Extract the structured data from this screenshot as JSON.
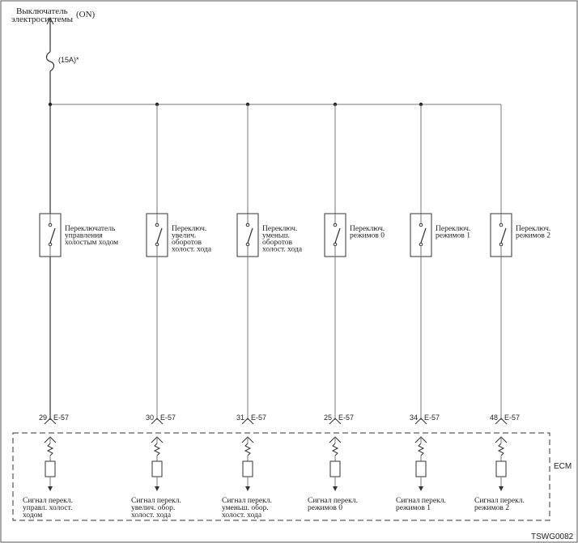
{
  "header": {
    "ignition_label_1": "Выключатель",
    "ignition_label_2": "электросистемы",
    "ignition_state": "(ON)",
    "fuse_label": "(15A)*"
  },
  "switches": [
    {
      "label": [
        "Переключатель",
        "управления",
        "холостым ходом"
      ],
      "pin": "29",
      "connector": "E-57",
      "signal": [
        "Сигнал перекл.",
        "управл. холост.",
        "ходом"
      ]
    },
    {
      "label": [
        "Переключ.",
        "увелич.",
        "оборотов",
        "холост. хода"
      ],
      "pin": "30",
      "connector": "E-57",
      "signal": [
        "Сигнал перекл.",
        "увелич. обор.",
        "холост. хода"
      ]
    },
    {
      "label": [
        "Переключ.",
        "уменьш.",
        "оборотов",
        "холост. хода"
      ],
      "pin": "31",
      "connector": "E-57",
      "signal": [
        "Сигнал перекл.",
        "уменьш. обор.",
        "холост. хода"
      ]
    },
    {
      "label": [
        "Переключ.",
        "режимов 0"
      ],
      "pin": "25",
      "connector": "E-57",
      "signal": [
        "Сигнал перекл.",
        "режимов 0"
      ]
    },
    {
      "label": [
        "Переключ.",
        "режимов 1"
      ],
      "pin": "34",
      "connector": "E-57",
      "signal": [
        "Сигнал перекл.",
        "режимов 1"
      ]
    },
    {
      "label": [
        "Переключ.",
        "режимов 2"
      ],
      "pin": "48",
      "connector": "E-57",
      "signal": [
        "Сигнал перекл.",
        "режимов 2"
      ]
    }
  ],
  "ecm_label": "ECM",
  "figure_code": "TSWG0082"
}
